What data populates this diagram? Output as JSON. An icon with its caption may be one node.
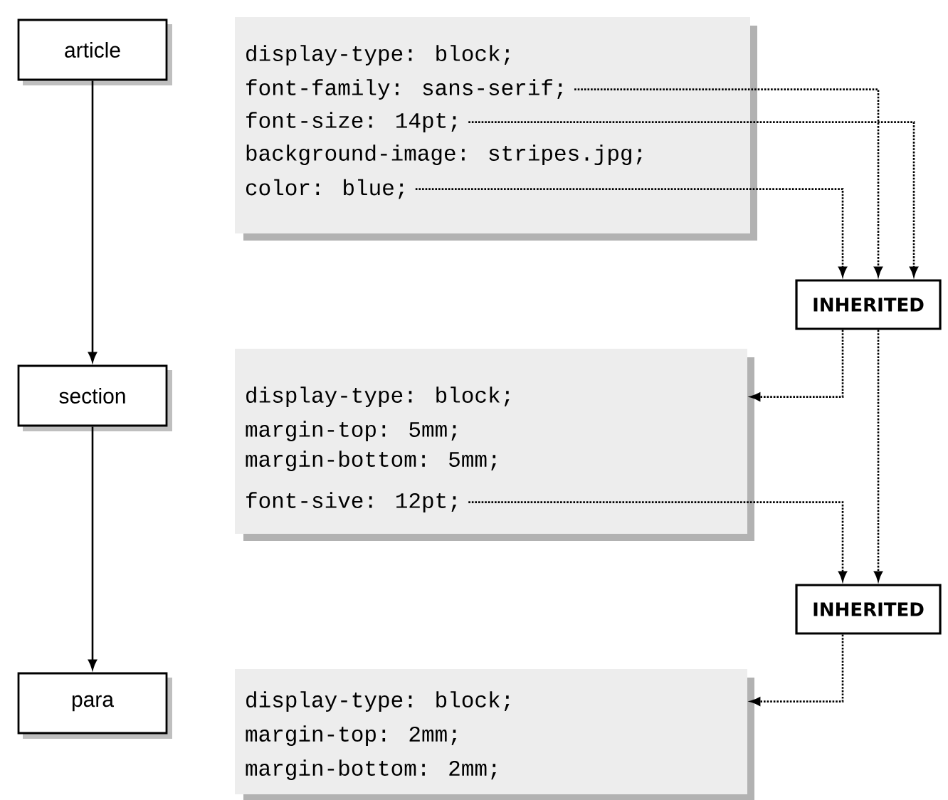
{
  "diagram": {
    "nodes": [
      {
        "text": [
          "article"
        ]
      },
      {
        "text": [],
        "shape": "box"
      },
      {
        "text": [
          "display-type: block;"
        ],
        "in": 1
      },
      {
        "text": [
          "font-family: sans-serif;"
        ],
        "in": 1
      },
      {
        "text": [
          "font-size: 14pt;"
        ],
        "in": 1
      },
      {
        "text": [
          "background-image: stripes.jpg;"
        ],
        "in": 1
      },
      {
        "text": [
          "color: blue;"
        ],
        "in": 1
      },
      {
        "text": [
          "INHERITED"
        ]
      },
      {
        "text": [
          "section"
        ]
      },
      {
        "text": [],
        "shape": "box"
      },
      {
        "text": [
          "display-type: block;"
        ],
        "in": 9
      },
      {
        "text": [
          "margin-top: 5mm;"
        ],
        "in": 9
      },
      {
        "text": [
          "margin-bottom: 5mm;"
        ],
        "in": 9
      },
      {
        "text": [
          "font-sive: 12pt;"
        ],
        "in": 9
      },
      {
        "text": [
          "INHERITED"
        ]
      },
      {
        "text": [
          "para"
        ]
      },
      {
        "text": [],
        "shape": "box"
      },
      {
        "text": [
          "display-type: block;"
        ],
        "in": 16
      },
      {
        "text": [
          "margin-top: 2mm;"
        ],
        "in": 16
      },
      {
        "text": [
          "margin-bottom: 2mm;"
        ],
        "in": 16
      }
    ],
    "edges": [
      {
        "from": 0,
        "to": 8,
        "arrow": "to"
      },
      {
        "from": 8,
        "to": 15,
        "arrow": "to"
      },
      {
        "from": 3,
        "to": 7,
        "arrow": "to",
        "style": "dashed"
      },
      {
        "from": 4,
        "to": 7,
        "arrow": "to",
        "style": "dashed"
      },
      {
        "from": 6,
        "to": 7,
        "arrow": "to",
        "style": "dashed"
      },
      {
        "from": 7,
        "to": 9,
        "arrow": "to",
        "style": "dashed"
      },
      {
        "from": 7,
        "to": 14,
        "arrow": "to",
        "style": "dashed"
      },
      {
        "from": 13,
        "to": 14,
        "arrow": "to",
        "style": "dashed"
      },
      {
        "from": 14,
        "to": 16,
        "arrow": "to",
        "style": "dashed"
      }
    ]
  }
}
